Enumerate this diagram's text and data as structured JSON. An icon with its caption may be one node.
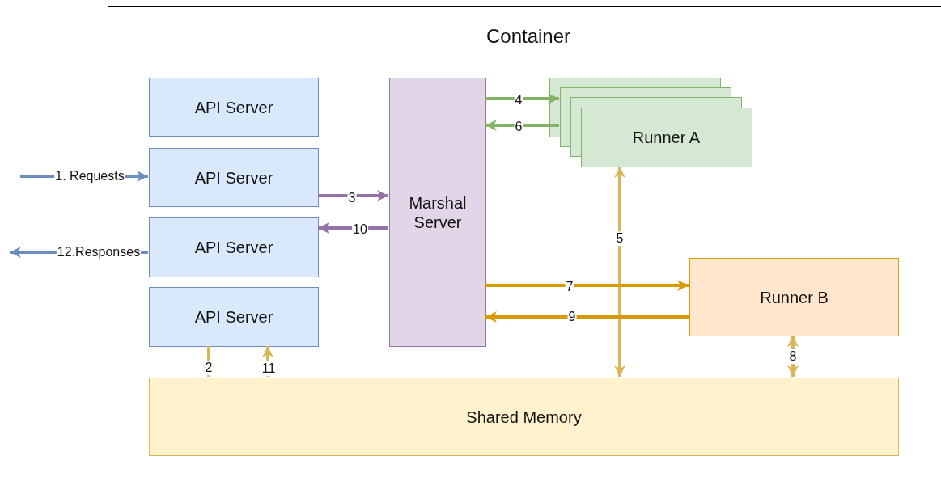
{
  "diagram": {
    "nodes": [
      {
        "text": [
          "Container"
        ]
      },
      {
        "text": [
          "API Server"
        ],
        "in": 0
      },
      {
        "text": [
          "API Server"
        ],
        "in": 0
      },
      {
        "text": [
          "API Server"
        ],
        "in": 0
      },
      {
        "text": [
          "API Server"
        ],
        "in": 0
      },
      {
        "text": [
          "Marshal Server"
        ],
        "in": 0
      },
      {
        "text": [
          "Runner A"
        ],
        "in": 0
      },
      {
        "text": [
          "Runner B"
        ],
        "in": 0
      },
      {
        "text": [
          "Shared Memory"
        ],
        "in": 0
      }
    ],
    "edges": [
      {
        "from": null,
        "to": 2,
        "arrow": "to",
        "label": "1. Requests",
        "color": "#6c8ebf"
      },
      {
        "from": 3,
        "to": null,
        "arrow": "to",
        "label": "12.Responses",
        "color": "#6c8ebf"
      },
      {
        "from": 2,
        "to": 5,
        "arrow": "to",
        "label": "3",
        "color": "#9673a6"
      },
      {
        "from": 5,
        "to": 6,
        "arrow": "to",
        "label": "4",
        "color": "#82b366"
      },
      {
        "from": 6,
        "to": 8,
        "arrow": "both",
        "label": "5",
        "color": "#d6b656"
      },
      {
        "from": 6,
        "to": 5,
        "arrow": "to",
        "label": "6",
        "color": "#82b366"
      },
      {
        "from": 5,
        "to": 7,
        "arrow": "to",
        "label": "7",
        "color": "#d79b00"
      },
      {
        "from": 7,
        "to": 8,
        "arrow": "both",
        "label": "8",
        "color": "#d6b656"
      },
      {
        "from": 7,
        "to": 5,
        "arrow": "to",
        "label": "9",
        "color": "#d79b00"
      },
      {
        "from": 5,
        "to": 3,
        "arrow": "to",
        "label": "10",
        "color": "#9673a6"
      },
      {
        "from": 8,
        "to": 4,
        "arrow": "to",
        "label": "11",
        "color": "#d6b656"
      },
      {
        "from": 4,
        "to": 8,
        "arrow": "to",
        "label": "2",
        "color": "#d6b656"
      }
    ]
  }
}
